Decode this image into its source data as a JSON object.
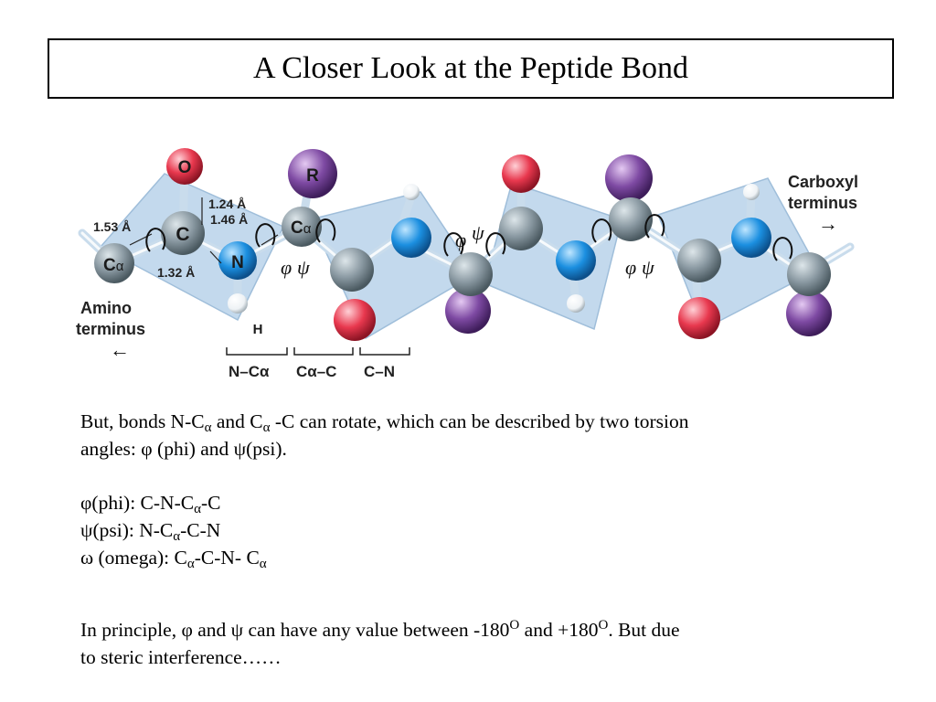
{
  "slide": {
    "title": "A Closer Look at the Peptide Bond"
  },
  "diagram": {
    "atom_o": "O",
    "atom_r": "R",
    "atom_c": "C",
    "atom_n": "N",
    "atom_h": "H",
    "ca_c": "C",
    "ca_sub": "α",
    "ca2_c": "C",
    "ca2_sub": "α",
    "len_153": "1.53 Å",
    "len_124": "1.24 Å",
    "len_146": "1.46 Å",
    "len_132": "1.32 Å",
    "phi1": "φ",
    "psi1": "ψ",
    "phi2": "φ",
    "psi2": "ψ",
    "phi3": "φ",
    "psi3": "ψ",
    "carboxyl_1": "Carboxyl",
    "carboxyl_2": "terminus",
    "amino_1": "Amino",
    "amino_2": "terminus",
    "arrow_right": "→",
    "arrow_left": "←",
    "bracket_nca": "N–Cα",
    "bracket_cac": "Cα–C",
    "bracket_cn": "C–N",
    "colors": {
      "carbon": "#8a99a2",
      "nitrogen": "#1b8fe0",
      "oxygen": "#e8384e",
      "r_group": "#7e4aa3",
      "plane": "#b9d3ea",
      "bond": "#c9dcec"
    }
  },
  "para1": {
    "t1": "But, bonds N-C",
    "s1": "α",
    "t2": " and C",
    "s2": "α",
    "t3": " -C can rotate, which can be described by two torsion",
    "line2": "angles: φ (phi) and ψ(psi)."
  },
  "list": {
    "phi_a": "φ(phi):  C-N-C",
    "phi_s": "α",
    "phi_b": "-C",
    "psi_a": "ψ(psi):  N-C",
    "psi_s": "α",
    "psi_b": "-C-N",
    "omega_a": "ω (omega): C",
    "omega_s1": "α",
    "omega_b": "-C-N- C",
    "omega_s2": "α"
  },
  "para2": {
    "t1": "In principle, φ and ψ can have any value between -180",
    "sup1": "O",
    "t2": " and +180",
    "sup2": "O",
    "t3": ". But due",
    "line2": "to steric interference……"
  }
}
